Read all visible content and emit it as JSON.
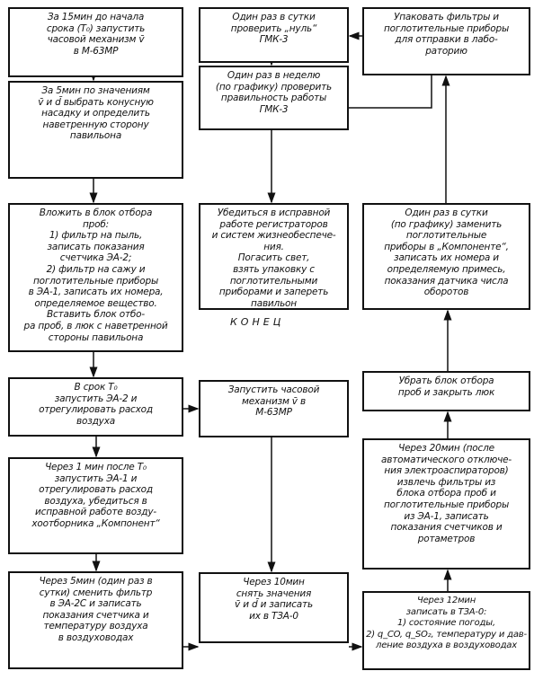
{
  "left_column": {
    "b1": "За 15мин до начала\nсрока (T₀) запустить\nчасовой механизм v̄\nв М-63МР",
    "b2": "За 5мин по значениям\nv̄ и d̄ выбрать конусную\nнасадку и определить\nнаветренную сторону\nпавильона",
    "b3": "Вложить в блок отбора\nпроб:\n1) фильтр на пыль,\nзаписать показания\nсчетчика ЭА-2;\n2) фильтр на сажу и\nпоглотительные приборы\nв ЭА-1, записать их номера,\nопределяемое вещество.\nВставить блок отбо-\nра проб, в люк с наветренной\nстороны павильона",
    "b4": "В срок T₀\nзапустить ЭА-2 и\nотрегулировать расход\nвоздуха",
    "b5": "Через 1 мин после T₀\nзапустить ЭА-1 и\nотрегулировать расход\nвоздуха, убедиться в\nисправной работе возду-\nхоотборника „Компонент“",
    "b6": "Через 5мин (один раз в\nсутки) сменить фильтр\nв ЭА-2С и записать\nпоказания счетчика и\nтемпературу воздуха\nв воздуховодах"
  },
  "middle_column": {
    "m1": "Один раз в сутки\nпроверить „нуль“\nГМК-3",
    "m2": "Один раз в неделю\n(по графику) проверить\nправильность работы\nГМК-3",
    "m3": "Убедиться в исправной\nработе регистраторов\nи систем жизнеобеспече-\nния.\nПогасить свет,\nвзять упаковку с\nпоглотительными\nприборами и запереть\nпавильон",
    "end_label": "КОНЕЦ",
    "m4": "Запустить часовой\nмеханизм v̄ в\nМ-63МР",
    "m5": "Через 10мин\nснять значения\nv̄ и d̄ и записать\nих в ТЗА-0"
  },
  "right_column": {
    "r1": "Упаковать фильтры и\nпоглотительные приборы\nдля отправки в лабо-\nраторию",
    "r2": "Один раз в сутки\n(по графику) заменить\nпоглотительные\nприборы в „Компоненте“,\nзаписать их номера и\nопределяемую примесь,\nпоказания датчика числа\nоборотов",
    "r3": "Убрать блок отбора\nпроб и закрыть люк",
    "r4": "Через 20мин (после\nавтоматического отключе-\nния электроаспираторов)\nизвлечь фильтры из\nблока отбора проб и\nпоглотительные приборы\nиз ЭА-1, записать\nпоказания счетчиков и\nротаметров",
    "r5": "Через 12мин\nзаписать в ТЗА-0:\n1) состояние погоды,\n2) q_CO, q_SO₂, температуру и дав-\nление воздуха в воздуховодах"
  }
}
